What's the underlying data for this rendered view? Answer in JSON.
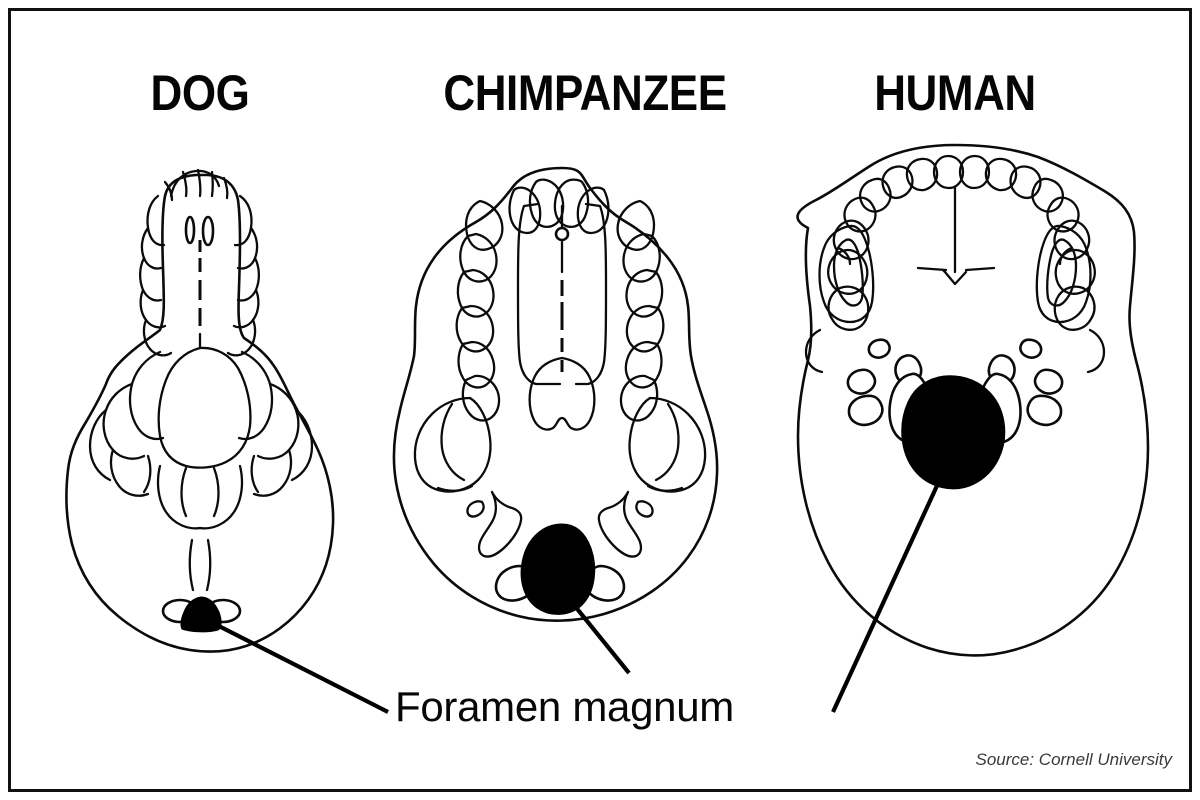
{
  "figure": {
    "background_color": "#ffffff",
    "border_color": "#111111",
    "ink_color": "#0b0b0b",
    "highlight_color": "#000000"
  },
  "panels": [
    {
      "id": "dog",
      "title": "DOG",
      "foramen_position": "posterior",
      "foramen_size": "small"
    },
    {
      "id": "chimpanzee",
      "title": "CHIMPANZEE",
      "foramen_position": "posterior-intermediate",
      "foramen_size": "medium"
    },
    {
      "id": "human",
      "title": "HUMAN",
      "foramen_position": "central",
      "foramen_size": "large"
    }
  ],
  "callout": {
    "label": "Foramen magnum"
  },
  "source": {
    "text": "Source: Cornell University"
  }
}
